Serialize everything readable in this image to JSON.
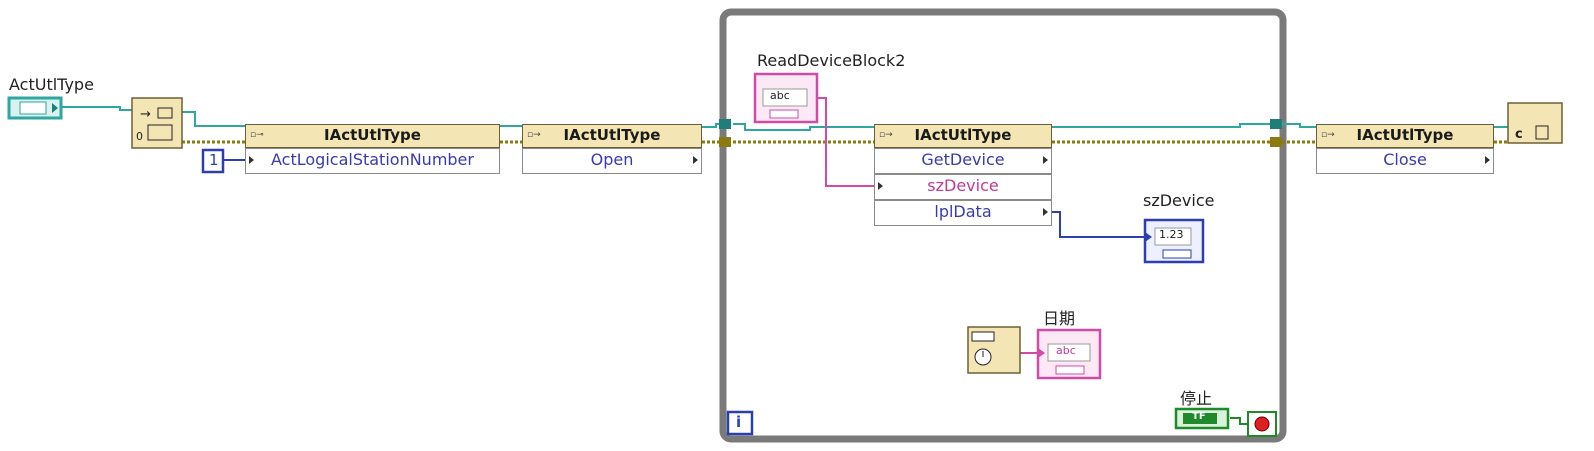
{
  "labels": {
    "act_utl_type": "ActUtlType",
    "read_device_block2": "ReadDeviceBlock2",
    "sz_device_indicator": "szDevice",
    "date_label": "日期",
    "stop_label": "停止"
  },
  "nodes": {
    "iactutltype_property": "IActUtlType",
    "property_item": "ActLogicalStationNumber",
    "open_class": "IActUtlType",
    "open_method": "Open",
    "getdevice_class": "IActUtlType",
    "getdevice_method": "GetDevice",
    "getdevice_param1": "szDevice",
    "getdevice_param2": "lplData",
    "close_class": "IActUtlType",
    "close_method": "Close"
  },
  "constants": {
    "station_number": "1",
    "loop_iteration": "i",
    "string_type": "abc",
    "numeric_type": "1.23",
    "bool_type": "TF"
  },
  "colors": {
    "refnum_wire": "#2fa6a0",
    "error_wire": "#8a7a10",
    "string_wire": "#d14aa8",
    "numeric_wire": "#2b3fb0",
    "loop_frame": "#777777",
    "bool_wire": "#1f8a2a"
  }
}
